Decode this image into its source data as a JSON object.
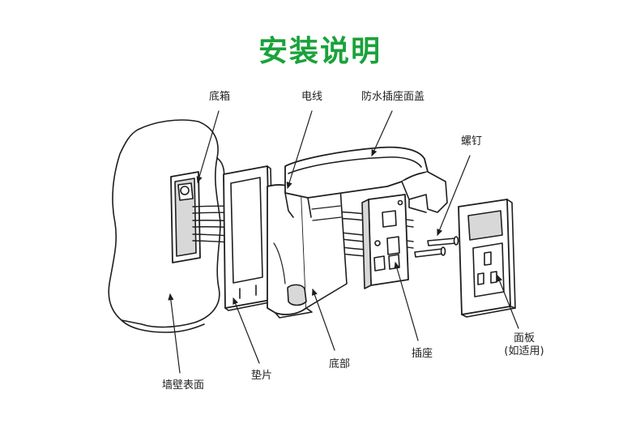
{
  "title": "安装说明",
  "colors": {
    "title": "#1aa23a",
    "line": "#1e1e1e",
    "shade": "#d8d8d8"
  },
  "labels": {
    "back_box": "底箱",
    "wire": "电线",
    "waterproof_cover": "防水插座面盖",
    "screw": "螺钉",
    "panel_line1": "面板",
    "panel_line2": "(如适用)",
    "socket": "插座",
    "base": "底部",
    "gasket": "垫片",
    "wall_surface": "墙壁表面"
  }
}
